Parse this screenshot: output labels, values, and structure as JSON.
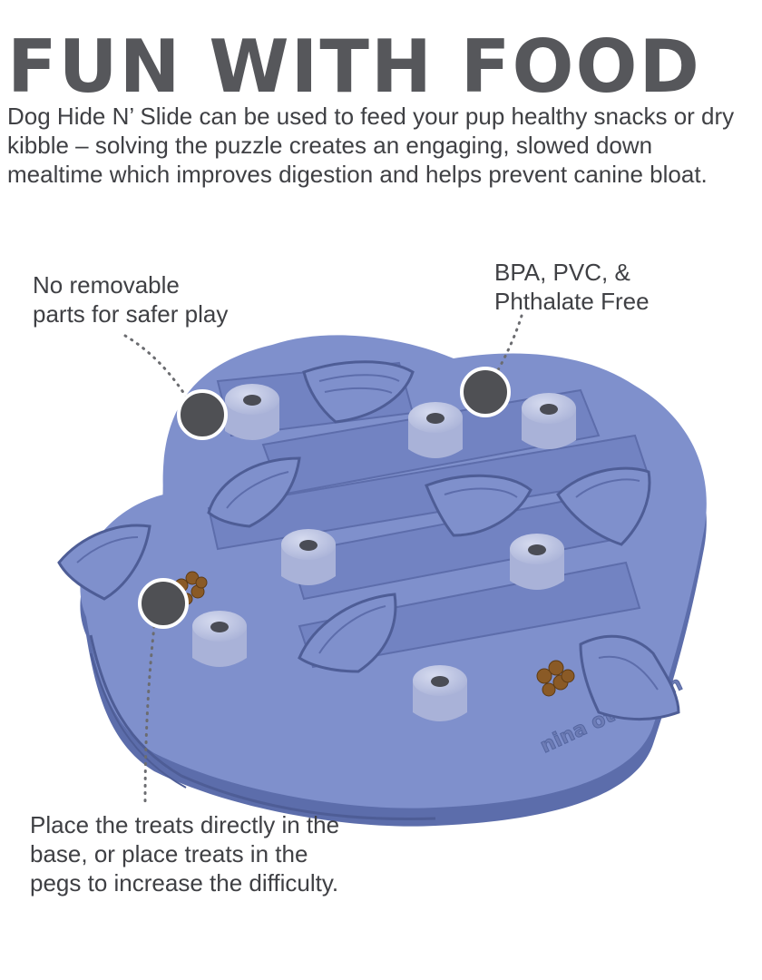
{
  "header": {
    "title": "FUN WITH FOOD",
    "description": "Dog Hide N’ Slide can be used to feed your pup healthy snacks or dry kibble – solving the puzzle creates an engaging, slowed down mealtime which improves digestion and helps prevent canine bloat."
  },
  "callouts": {
    "removable_parts": "No removable parts for safer play",
    "materials": "BPA, PVC, & Phthalate Free",
    "treats": "Place the treats directly in the base, or place treats in the pegs to increase the difficulty."
  },
  "product": {
    "brand_mark": "nina ottosson",
    "colors": {
      "base": "#7f90cc",
      "base_dark": "#5a6aa6",
      "peg": "#c3cae5",
      "marker": "#4f5054",
      "treat": "#8a5a26"
    }
  }
}
